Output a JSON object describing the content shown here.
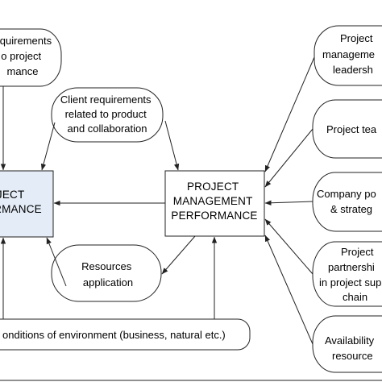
{
  "nodes": {
    "client_req_project": {
      "lines": [
        "requirements",
        "o project",
        "mance"
      ]
    },
    "client_req_product": {
      "lines": [
        "Client requirements",
        "related to product",
        "and collaboration"
      ]
    },
    "project_performance": {
      "lines": [
        "JECT",
        "RMANCE"
      ]
    },
    "pm_performance": {
      "lines": [
        "PROJECT",
        "MANAGEMENT",
        "PERFORMANCE"
      ]
    },
    "resources_application": {
      "lines": [
        "Resources",
        "application"
      ]
    },
    "environment": {
      "lines": [
        "onditions of environment (business, natural etc.)"
      ]
    },
    "pm_leadership": {
      "lines": [
        "Project",
        "manageme",
        "leadersh"
      ]
    },
    "project_team": {
      "lines": [
        "Project tea"
      ]
    },
    "company_policy": {
      "lines": [
        "Company po",
        "& strateg"
      ]
    },
    "project_partnership": {
      "lines": [
        "Project",
        "partnershi",
        "in project sup",
        "chain"
      ]
    },
    "resources_availability": {
      "lines": [
        "Availability",
        "resource"
      ]
    }
  },
  "colors": {
    "project_performance_fill": "#e4ecf7",
    "stroke": "#222222"
  }
}
